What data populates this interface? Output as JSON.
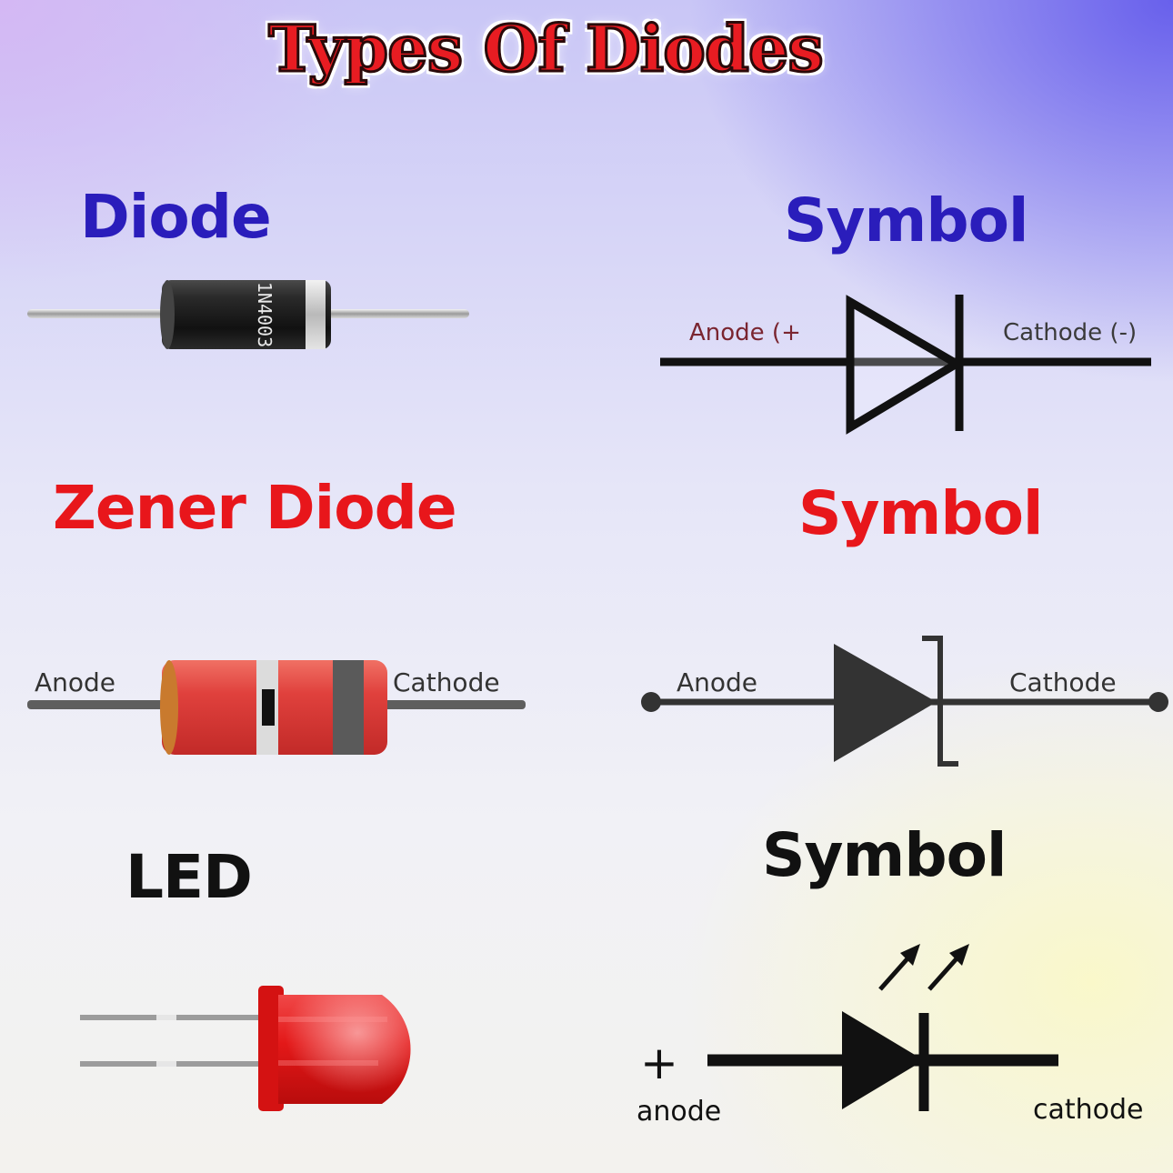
{
  "title": "Types Of Diodes",
  "rows": [
    {
      "component_heading": "Diode",
      "symbol_heading": "Symbol",
      "component_marking": "1N4003",
      "symbol_left_label": "Anode (+",
      "symbol_right_label": "Cathode (-)"
    },
    {
      "component_heading": "Zener Diode",
      "symbol_heading": "Symbol",
      "component_left_label": "Anode",
      "component_right_label": "Cathode",
      "symbol_left_label": "Anode",
      "symbol_right_label": "Cathode"
    },
    {
      "component_heading": "LED",
      "symbol_heading": "Symbol",
      "symbol_plus": "+",
      "symbol_left_label": "anode",
      "symbol_right_label": "cathode"
    }
  ],
  "colors": {
    "blue_heading": "#2a1dbb",
    "red_heading": "#e8161b",
    "black_heading": "#111111",
    "title_red": "#e81c22",
    "diode_body": "#1e1e1e",
    "zener_body": "#e0413d",
    "led_red": "#e31818"
  }
}
